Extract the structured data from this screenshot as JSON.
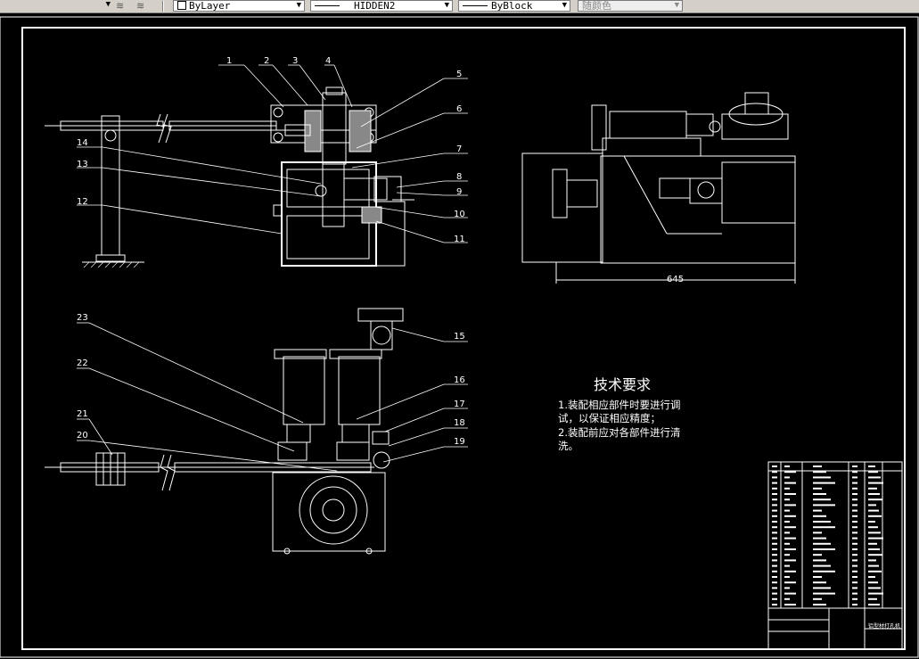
{
  "toolbar": {
    "layer_value": "ByLayer",
    "linetype_value": "HIDDEN2",
    "lineweight_value": "ByBlock",
    "color_value": "随颜色"
  },
  "colors": {
    "background": "#000000",
    "line": "#ffffff",
    "toolbar_bg": "#d4d0c8"
  },
  "drawing": {
    "part_labels": [
      "1",
      "2",
      "3",
      "4",
      "5",
      "6",
      "7",
      "8",
      "9",
      "10",
      "11",
      "12",
      "13",
      "14",
      "15",
      "16",
      "17",
      "18",
      "19",
      "20",
      "21",
      "22",
      "23"
    ],
    "dimension_645": "645",
    "tech_requirements": {
      "title": "技术要求",
      "line1": "1.装配相应部件时要进行调",
      "line2": "试，以保证相应精度；",
      "line3": "2.装配前应对各部件进行清",
      "line4": "洗。"
    },
    "title_block": {
      "name": "铝型材打孔机"
    }
  }
}
